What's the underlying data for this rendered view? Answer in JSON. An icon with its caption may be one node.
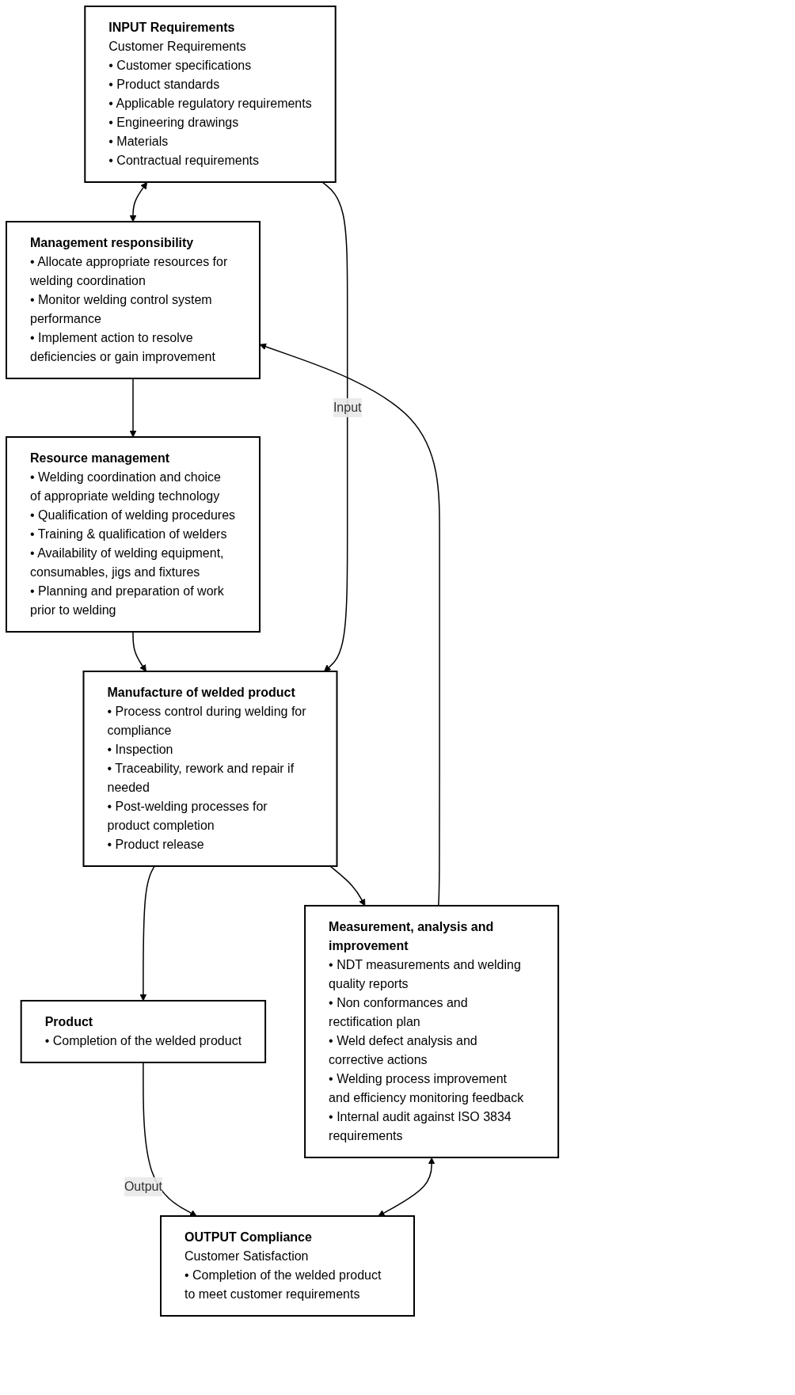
{
  "diagram": {
    "nodes": [
      {
        "text": [
          "INPUT Requirements",
          "Customer Requirements",
          "• Customer specifications",
          "• Product standards",
          "• Applicable regulatory requirements",
          "• Engineering drawings",
          "• Materials",
          "• Contractual requirements"
        ]
      },
      {
        "text": [
          "Management responsibility",
          "• Allocate appropriate resources for welding coordination",
          "• Monitor welding control system performance",
          "• Implement action to resolve deficiencies or gain improvement"
        ]
      },
      {
        "text": [
          "Resource management",
          "• Welding coordination and choice of appropriate welding technology",
          "• Qualification of welding procedures",
          "• Training & qualification of welders",
          "• Availability of welding equipment, consumables, jigs and fixtures",
          "• Planning and preparation of work prior to welding"
        ]
      },
      {
        "text": [
          "Measurement, analysis and improvement",
          "• NDT measurements and welding quality reports",
          "• Non conformances and rectification plan",
          "• Weld defect analysis and corrective actions",
          "• Welding process improvement and efficiency monitoring feedback",
          "• Internal audit against ISO 3834 requirements"
        ]
      },
      {
        "text": [
          "Manufacture of welded product",
          "• Process control during welding for compliance",
          "• Inspection",
          "• Traceability, rework and repair if needed",
          "• Post-welding processes for product completion",
          "• Product release"
        ]
      },
      {
        "text": [
          "Product",
          "• Completion of the welded product"
        ]
      },
      {
        "text": [
          "OUTPUT Compliance",
          "Customer Satisfaction",
          "• Completion of the welded product to meet customer requirements"
        ]
      }
    ],
    "edges": [
      {
        "from": 0,
        "to": 1,
        "arrow": "both"
      },
      {
        "from": 1,
        "to": 2,
        "arrow": "to"
      },
      {
        "from": 2,
        "to": 4,
        "arrow": "to"
      },
      {
        "from": 4,
        "to": 3,
        "arrow": "to"
      },
      {
        "from": 3,
        "to": 1,
        "arrow": "to"
      },
      {
        "from": 0,
        "to": 4,
        "arrow": "to",
        "label": "Input"
      },
      {
        "from": 4,
        "to": 5,
        "arrow": "to"
      },
      {
        "from": 5,
        "to": 6,
        "arrow": "to",
        "label": "Output"
      },
      {
        "from": 3,
        "to": 6,
        "arrow": "both"
      }
    ]
  }
}
